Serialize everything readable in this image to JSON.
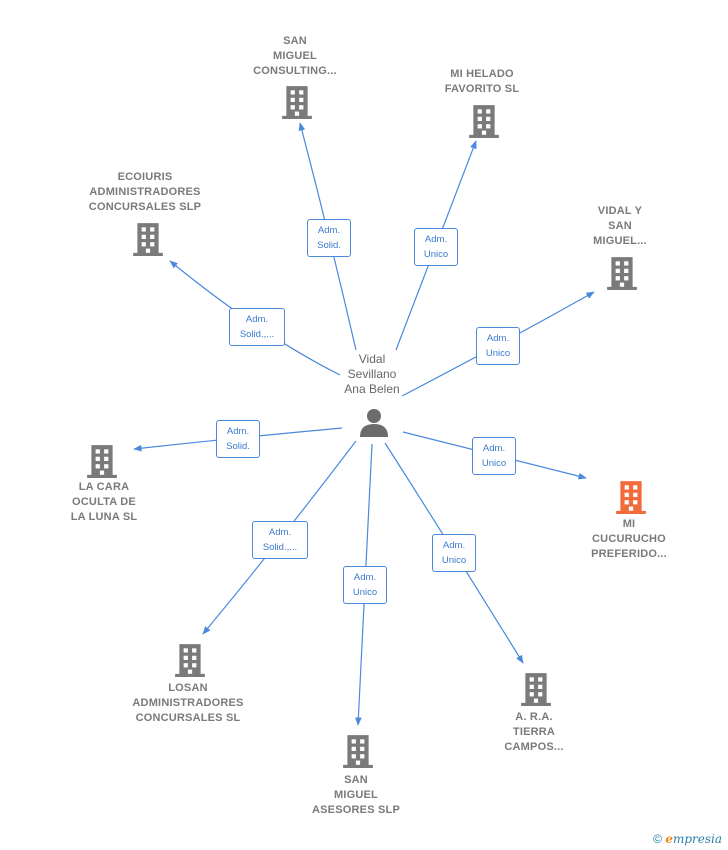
{
  "center": {
    "name_lines": [
      "Vidal",
      "Sevillano",
      "Ana Belen"
    ],
    "icon": "person-icon"
  },
  "companies": [
    {
      "id": "san-miguel-consulting",
      "lines": [
        "SAN",
        "MIGUEL",
        "CONSULTING..."
      ],
      "icon": "building-icon",
      "highlight": false
    },
    {
      "id": "mi-helado-favorito",
      "lines": [
        "MI HELADO",
        "FAVORITO  SL"
      ],
      "icon": "building-icon",
      "highlight": false
    },
    {
      "id": "ecoiuris",
      "lines": [
        "ECOIURIS",
        "ADMINISTRADORES",
        "CONCURSALES SLP"
      ],
      "icon": "building-icon",
      "highlight": false
    },
    {
      "id": "vidal-y-san-miguel",
      "lines": [
        "VIDAL Y",
        "SAN",
        "MIGUEL..."
      ],
      "icon": "building-icon",
      "highlight": false
    },
    {
      "id": "la-cara-oculta",
      "lines": [
        "LA CARA",
        "OCULTA DE",
        "LA LUNA SL"
      ],
      "icon": "building-icon",
      "highlight": false
    },
    {
      "id": "mi-cucurucho",
      "lines": [
        "MI",
        "CUCURUCHO",
        "PREFERIDO..."
      ],
      "icon": "building-icon",
      "highlight": true
    },
    {
      "id": "losan",
      "lines": [
        "LOSAN",
        "ADMINISTRADORES",
        "CONCURSALES SL"
      ],
      "icon": "building-icon",
      "highlight": false
    },
    {
      "id": "san-miguel-asesores",
      "lines": [
        "SAN",
        "MIGUEL",
        "ASESORES SLP"
      ],
      "icon": "building-icon",
      "highlight": false
    },
    {
      "id": "ara-tierra-campos",
      "lines": [
        "A. R.A.",
        "TIERRA",
        "CAMPOS..."
      ],
      "icon": "building-icon",
      "highlight": false
    }
  ],
  "relations": [
    {
      "target": "san-miguel-consulting",
      "lines": [
        "Adm.",
        "Solid."
      ]
    },
    {
      "target": "mi-helado-favorito",
      "lines": [
        "Adm.",
        "Unico"
      ]
    },
    {
      "target": "ecoiuris",
      "lines": [
        "Adm.",
        "Solid.,..."
      ]
    },
    {
      "target": "vidal-y-san-miguel",
      "lines": [
        "Adm.",
        "Unico"
      ]
    },
    {
      "target": "la-cara-oculta",
      "lines": [
        "Adm.",
        "Solid."
      ]
    },
    {
      "target": "mi-cucurucho",
      "lines": [
        "Adm.",
        "Unico"
      ]
    },
    {
      "target": "losan",
      "lines": [
        "Adm.",
        "Solid.,..."
      ]
    },
    {
      "target": "san-miguel-asesores",
      "lines": [
        "Adm.",
        "Unico"
      ]
    },
    {
      "target": "ara-tierra-campos",
      "lines": [
        "Adm.",
        "Unico"
      ]
    }
  ],
  "colors": {
    "edge": "#4a89dc",
    "building": "#7a7a7a",
    "building_highlight": "#f26b3a",
    "person": "#6b6b6b"
  },
  "footer": {
    "copyright": "©",
    "brand_first": "e",
    "brand_rest": "mpresia"
  }
}
